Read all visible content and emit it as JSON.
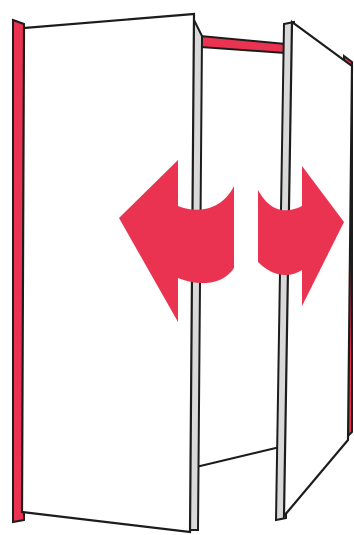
{
  "illustration": {
    "subject": "double-door-opening",
    "colors": {
      "accent": "#ea3350",
      "outline": "#1c1c1c",
      "door_face": "#ffffff",
      "door_edge": "#d9d9d9",
      "background": "#ffffff"
    },
    "arrows": [
      {
        "name": "left-arrow-icon",
        "direction": "left"
      },
      {
        "name": "right-arrow-icon",
        "direction": "right"
      }
    ]
  }
}
